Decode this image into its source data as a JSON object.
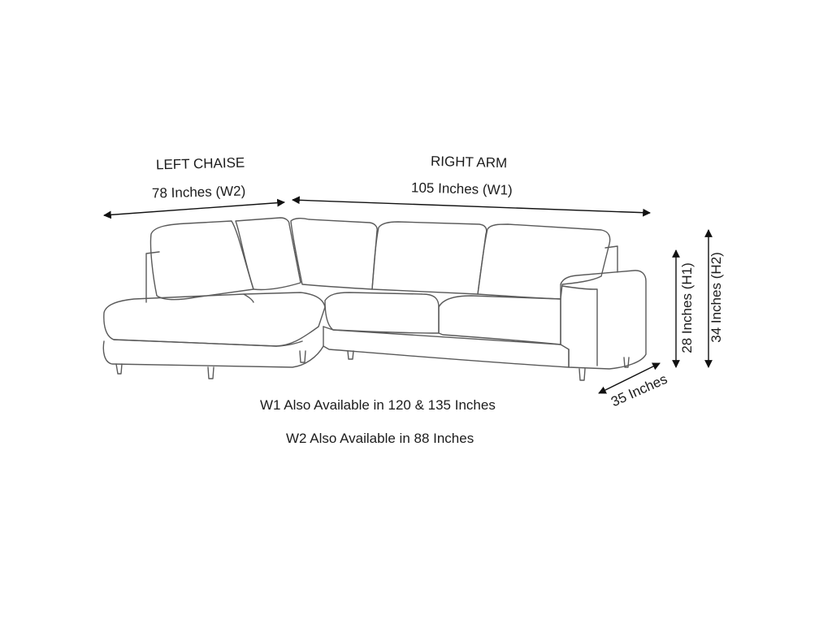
{
  "labels": {
    "left_section": "LEFT CHAISE",
    "right_section": "RIGHT ARM",
    "w2": "78 Inches (W2)",
    "w1": "105 Inches (W1)",
    "depth": "35 Inches",
    "h1": "28 Inches (H1)",
    "h2": "34 Inches (H2)",
    "note_w1": "W1 Also Available in 120 & 135 Inches",
    "note_w2": "W2 Also Available in 88 Inches"
  },
  "colors": {
    "line": "#555555",
    "arrow": "#111111",
    "text": "#1c1c1c",
    "background": "#ffffff"
  }
}
